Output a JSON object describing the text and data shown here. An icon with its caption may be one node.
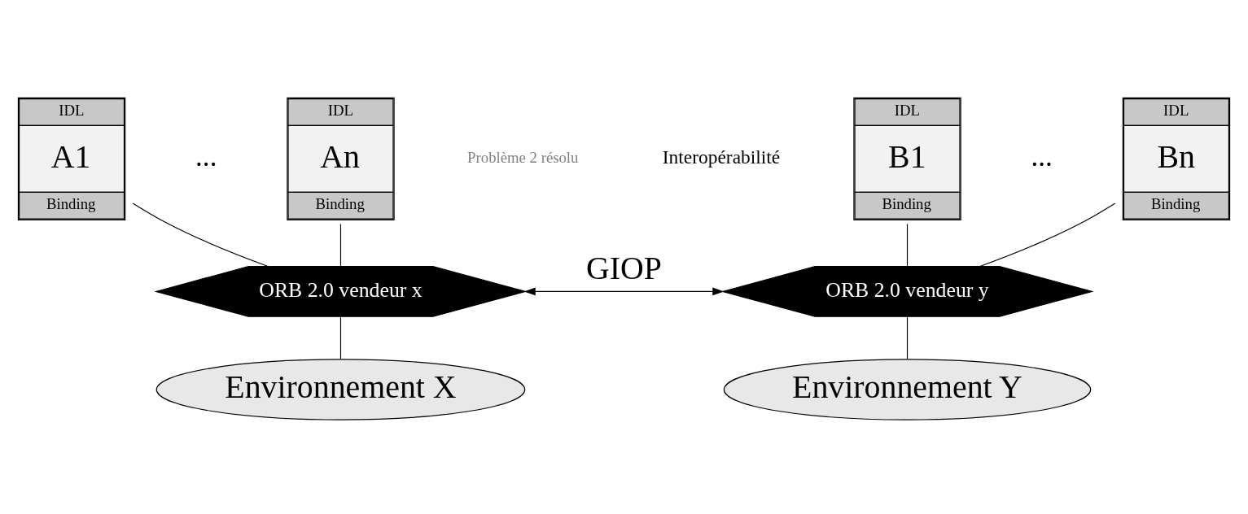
{
  "diagram": {
    "nodes": [
      {
        "text": [
          "IDL",
          "A1",
          "Binding"
        ]
      },
      {
        "text": [
          "IDL",
          "An",
          "Binding"
        ]
      },
      {
        "text": [
          "IDL",
          "B1",
          "Binding"
        ]
      },
      {
        "text": [
          "IDL",
          "Bn",
          "Binding"
        ]
      },
      {
        "text": [
          "ORB 2.0 vendeur x"
        ]
      },
      {
        "text": [
          "ORB 2.0 vendeur y"
        ]
      },
      {
        "text": [
          "Environnement X"
        ]
      },
      {
        "text": [
          "Environnement Y"
        ]
      }
    ],
    "edges": [
      {
        "from": 0,
        "to": 4,
        "arrow": "none"
      },
      {
        "from": 1,
        "to": 4,
        "arrow": "none"
      },
      {
        "from": 2,
        "to": 5,
        "arrow": "none"
      },
      {
        "from": 3,
        "to": 5,
        "arrow": "none"
      },
      {
        "from": 4,
        "to": 5,
        "arrow": "both",
        "label": "GIOP"
      },
      {
        "from": 4,
        "to": 6,
        "arrow": "none"
      },
      {
        "from": 5,
        "to": 7,
        "arrow": "none"
      }
    ],
    "labels": [
      "...",
      "Problème 2 résolu",
      "Interopérabilité",
      "..."
    ]
  }
}
